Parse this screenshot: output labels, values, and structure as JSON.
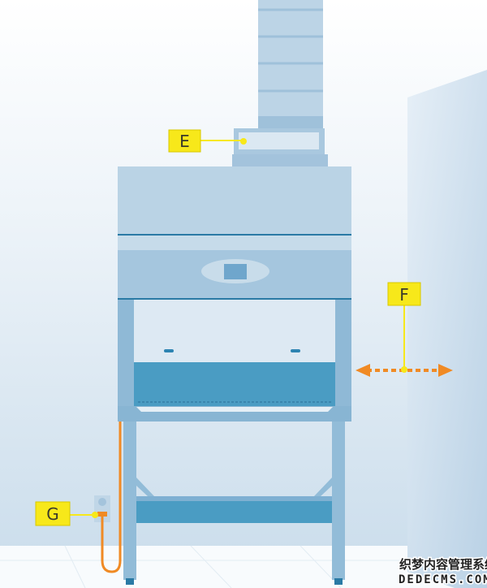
{
  "labels": {
    "e": "E",
    "f": "F",
    "g": "G"
  },
  "watermark": {
    "line1": "织梦内容管理系统",
    "line2": "DEDECMS.COM"
  },
  "colors": {
    "label_bg": "#f7e81a",
    "accent": "#f08a24",
    "cabinet": "#b9d2e4",
    "dark_panel": "#4a9cc3"
  }
}
